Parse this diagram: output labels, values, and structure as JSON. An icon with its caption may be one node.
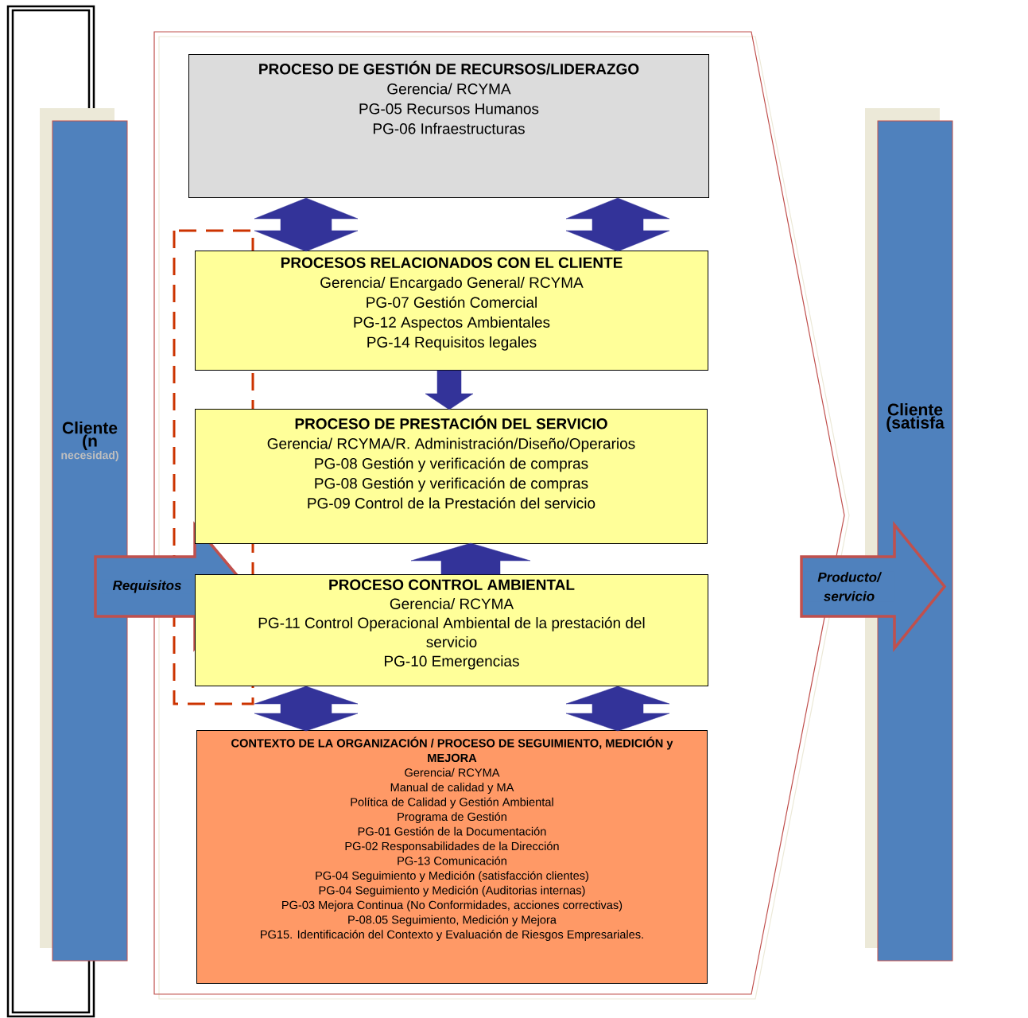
{
  "diagram": {
    "nodes": [
      {
        "text": [
          "PROCESO DE GESTIÓN DE RECURSOS/LIDERAZGO",
          "Gerencia/ RCYMA",
          "PG-05 Recursos Humanos",
          "PG-06  Infraestructuras"
        ]
      },
      {
        "text": [
          "PROCESOS RELACIONADOS CON EL CLIENTE",
          "Gerencia/ Encargado General/ RCYMA",
          "PG-07 Gestión Comercial",
          "PG-12 Aspectos Ambientales",
          "PG-14 Requisitos legales"
        ]
      },
      {
        "text": [
          "PROCESO DE PRESTACIÓN DEL SERVICIO",
          "Gerencia/ RCYMA/R. Administración/Diseño/Operarios",
          "PG-08 Gestión y verificación de compras",
          "PG-08 Gestión y verificación de compras",
          "PG-09 Control de la Prestación del servicio"
        ]
      },
      {
        "text": [
          "PROCESO CONTROL AMBIENTAL",
          "Gerencia/ RCYMA",
          "PG-11 Control Operacional Ambiental de la prestación del servicio",
          "PG-10 Emergencias"
        ]
      },
      {
        "text": [
          "CONTEXTO DE LA ORGANIZACIÓN / PROCESO DE SEGUIMIENTO, MEDICIÓN y MEJORA",
          "Gerencia/ RCYMA",
          "Manual de calidad y MA",
          "Política de Calidad y Gestión Ambiental",
          "Programa de Gestión",
          "PG-01 Gestión de la Documentación",
          "PG-02 Responsabilidades de la Dirección",
          "PG-13 Comunicación",
          "PG-04 Seguimiento y Medición (satisfacción clientes)",
          "PG-04 Seguimiento y Medición (Auditorias internas)",
          "PG-03 Mejora Continua (No Conformidades, acciones correctivas)",
          "P-08.05 Seguimiento, Medición y Mejora",
          "PG15. Identificación del Contexto y Evaluación de Riesgos Empresariales."
        ]
      },
      {
        "text": [
          "Cliente (n",
          "necesidad)"
        ]
      },
      {
        "text": [
          "Requisitos"
        ]
      },
      {
        "text": [
          "Cliente (satisfa"
        ]
      },
      {
        "text": [
          "Producto/ servicio"
        ]
      }
    ],
    "edges": [
      {
        "from": 0,
        "to": 1,
        "arrow": "both"
      },
      {
        "from": 0,
        "to": 1,
        "arrow": "both"
      },
      {
        "from": 1,
        "to": 2,
        "arrow": "to"
      },
      {
        "from": 3,
        "to": 2,
        "arrow": "to"
      },
      {
        "from": 3,
        "to": 4,
        "arrow": "both"
      },
      {
        "from": 3,
        "to": 4,
        "arrow": "both"
      }
    ]
  }
}
